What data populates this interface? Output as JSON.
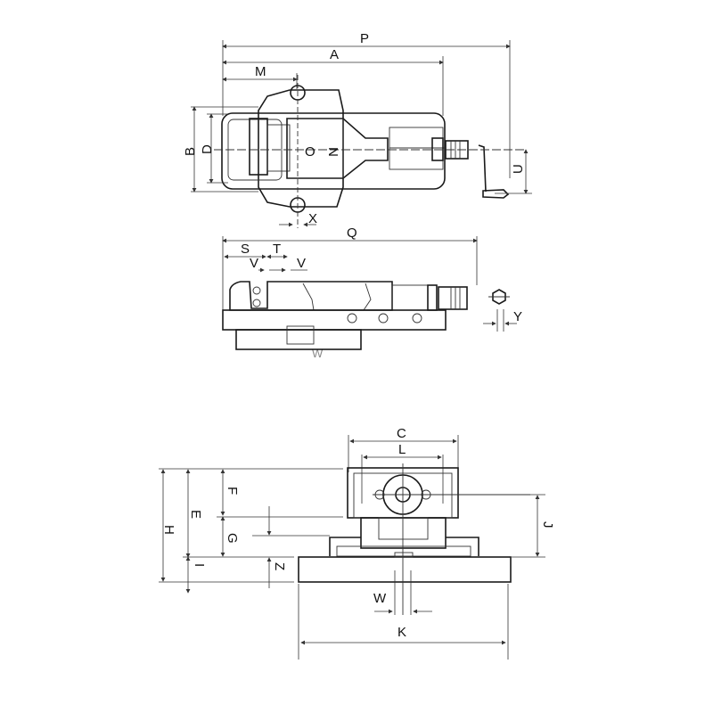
{
  "diagram": {
    "type": "technical-drawing",
    "subject": "machine vise dimension drawing",
    "views": {
      "top_view": {
        "labels": {
          "P": "P",
          "A": "A",
          "M": "M",
          "B": "B",
          "D": "D",
          "O": "O",
          "N": "N",
          "U": "U",
          "X": "X"
        }
      },
      "side_view": {
        "labels": {
          "Q": "Q",
          "S": "S",
          "T": "T",
          "V1": "V",
          "V2": "V",
          "Y": "Y",
          "W_partial": "W"
        }
      },
      "front_view": {
        "labels": {
          "C": "C",
          "L": "L",
          "H": "H",
          "E": "E",
          "F": "F",
          "G": "G",
          "I": "I",
          "Z": "Z",
          "J": "J",
          "W": "W",
          "K": "K"
        }
      }
    },
    "colors": {
      "line": "#1a1a1a",
      "background": "#ffffff"
    }
  }
}
